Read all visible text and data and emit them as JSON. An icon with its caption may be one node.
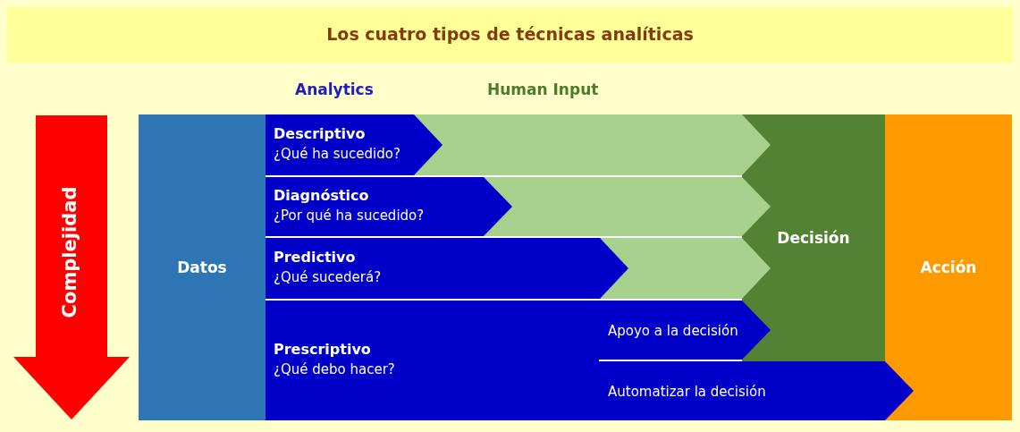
{
  "diagram": {
    "title": "Los cuatro tipos de técnicas analíticas",
    "nodes": [
      {
        "text": [
          "Datos"
        ]
      },
      {
        "text": [
          "Descriptivo",
          "¿Qué ha sucedido?"
        ]
      },
      {
        "text": [
          "Diagnóstico",
          "¿Por qué ha sucedido?"
        ]
      },
      {
        "text": [
          "Predictivo",
          "¿Qué sucederá?"
        ]
      },
      {
        "text": [
          "Prescriptivo",
          "¿Qué debo hacer?"
        ]
      },
      {
        "text": [
          "Apoyo a la decisión"
        ]
      },
      {
        "text": [
          "Automatizar la decisión"
        ]
      },
      {
        "text": [
          "Decisión"
        ]
      },
      {
        "text": [
          "Acción"
        ]
      }
    ],
    "labels": [
      "Analytics",
      "Human Input",
      "Complejidad"
    ]
  }
}
